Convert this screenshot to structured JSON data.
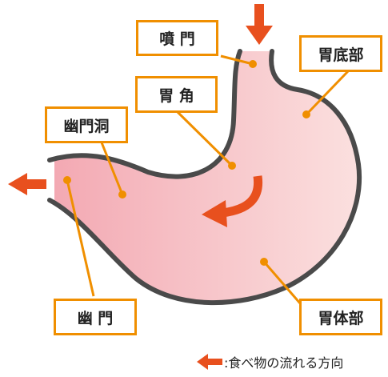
{
  "colors": {
    "accent": "#f08f00",
    "arrow": "#e8501e",
    "outline": "#4a4a4a",
    "fill_left": "#f3a9b3",
    "fill_right": "#fbe0df"
  },
  "labels": {
    "pylorus_entry": "噴 門",
    "fundus": "胃底部",
    "angle": "胃 角",
    "antrum": "幽門洞",
    "pylorus": "幽 門",
    "body": "胃体部"
  },
  "legend": {
    "icon": "left-arrow-icon",
    "text": ":食べ物の流れる方向"
  }
}
